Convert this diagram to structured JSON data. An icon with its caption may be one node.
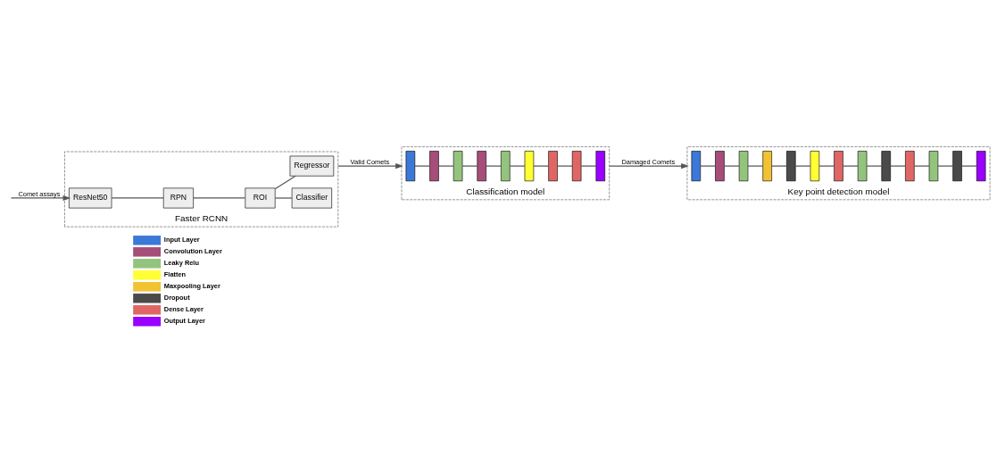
{
  "diagram": {
    "nodes": [
      {
        "text": [
          "Faster RCNN"
        ]
      },
      {
        "text": [
          "ResNet50"
        ],
        "in": 0
      },
      {
        "text": [
          "RPN"
        ],
        "in": 0
      },
      {
        "text": [
          "ROI"
        ],
        "in": 0
      },
      {
        "text": [
          "Classifier"
        ],
        "in": 0
      },
      {
        "text": [
          "Regressor"
        ],
        "in": 0
      },
      {
        "text": [
          "Classification model"
        ]
      },
      {
        "text": [],
        "shape": "bar",
        "in": 6
      },
      {
        "text": [],
        "shape": "bar",
        "in": 6
      },
      {
        "text": [],
        "shape": "bar",
        "in": 6
      },
      {
        "text": [],
        "shape": "bar",
        "in": 6
      },
      {
        "text": [],
        "shape": "bar",
        "in": 6
      },
      {
        "text": [],
        "shape": "bar",
        "in": 6
      },
      {
        "text": [],
        "shape": "bar",
        "in": 6
      },
      {
        "text": [],
        "shape": "bar",
        "in": 6
      },
      {
        "text": [],
        "shape": "bar",
        "in": 6
      },
      {
        "text": [
          "Key point detection model"
        ]
      },
      {
        "text": [],
        "shape": "bar",
        "in": 16
      },
      {
        "text": [],
        "shape": "bar",
        "in": 16
      },
      {
        "text": [],
        "shape": "bar",
        "in": 16
      },
      {
        "text": [],
        "shape": "bar",
        "in": 16
      },
      {
        "text": [],
        "shape": "bar",
        "in": 16
      },
      {
        "text": [],
        "shape": "bar",
        "in": 16
      },
      {
        "text": [],
        "shape": "bar",
        "in": 16
      },
      {
        "text": [],
        "shape": "bar",
        "in": 16
      },
      {
        "text": [],
        "shape": "bar",
        "in": 16
      },
      {
        "text": [],
        "shape": "bar",
        "in": 16
      },
      {
        "text": [],
        "shape": "bar",
        "in": 16
      },
      {
        "text": [],
        "shape": "bar",
        "in": 16
      },
      {
        "text": [],
        "shape": "bar",
        "in": 16
      }
    ],
    "edges": [
      {
        "from": null,
        "to": 1,
        "arrow": "to",
        "label": "Comet assays"
      },
      {
        "from": 1,
        "to": 2,
        "arrow": "none"
      },
      {
        "from": 2,
        "to": 3,
        "arrow": "none"
      },
      {
        "from": 3,
        "to": 4,
        "arrow": "none"
      },
      {
        "from": 3,
        "to": 5,
        "arrow": "none"
      },
      {
        "from": 0,
        "to": 6,
        "arrow": "to",
        "label": "Valid Comets"
      },
      {
        "from": 7,
        "to": 8,
        "arrow": "none"
      },
      {
        "from": 8,
        "to": 9,
        "arrow": "none"
      },
      {
        "from": 9,
        "to": 10,
        "arrow": "none"
      },
      {
        "from": 10,
        "to": 11,
        "arrow": "none"
      },
      {
        "from": 11,
        "to": 12,
        "arrow": "none"
      },
      {
        "from": 12,
        "to": 13,
        "arrow": "none"
      },
      {
        "from": 13,
        "to": 14,
        "arrow": "none"
      },
      {
        "from": 14,
        "to": 15,
        "arrow": "none"
      },
      {
        "from": 6,
        "to": 16,
        "arrow": "to",
        "label": "Damaged Comets"
      },
      {
        "from": 17,
        "to": 18,
        "arrow": "none"
      },
      {
        "from": 18,
        "to": 19,
        "arrow": "none"
      },
      {
        "from": 19,
        "to": 20,
        "arrow": "none"
      },
      {
        "from": 20,
        "to": 21,
        "arrow": "none"
      },
      {
        "from": 21,
        "to": 22,
        "arrow": "none"
      },
      {
        "from": 22,
        "to": 23,
        "arrow": "none"
      },
      {
        "from": 23,
        "to": 24,
        "arrow": "none"
      },
      {
        "from": 24,
        "to": 25,
        "arrow": "none"
      },
      {
        "from": 25,
        "to": 26,
        "arrow": "none"
      },
      {
        "from": 26,
        "to": 27,
        "arrow": "none"
      },
      {
        "from": 27,
        "to": 28,
        "arrow": "none"
      },
      {
        "from": 28,
        "to": 29,
        "arrow": "none"
      }
    ],
    "legend": [
      {
        "text": "Input Layer",
        "color": "#3c78d8"
      },
      {
        "text": "Convolution Layer",
        "color": "#a64d79"
      },
      {
        "text": "Leaky Relu",
        "color": "#93c47d"
      },
      {
        "text": "Flatten",
        "color": "#ffff33"
      },
      {
        "text": "Maxpooling Layer",
        "color": "#f1c232"
      },
      {
        "text": "Dropout",
        "color": "#4a4a4a"
      },
      {
        "text": "Dense Layer",
        "color": "#e06666"
      },
      {
        "text": "Output Layer",
        "color": "#9900ff"
      }
    ]
  }
}
